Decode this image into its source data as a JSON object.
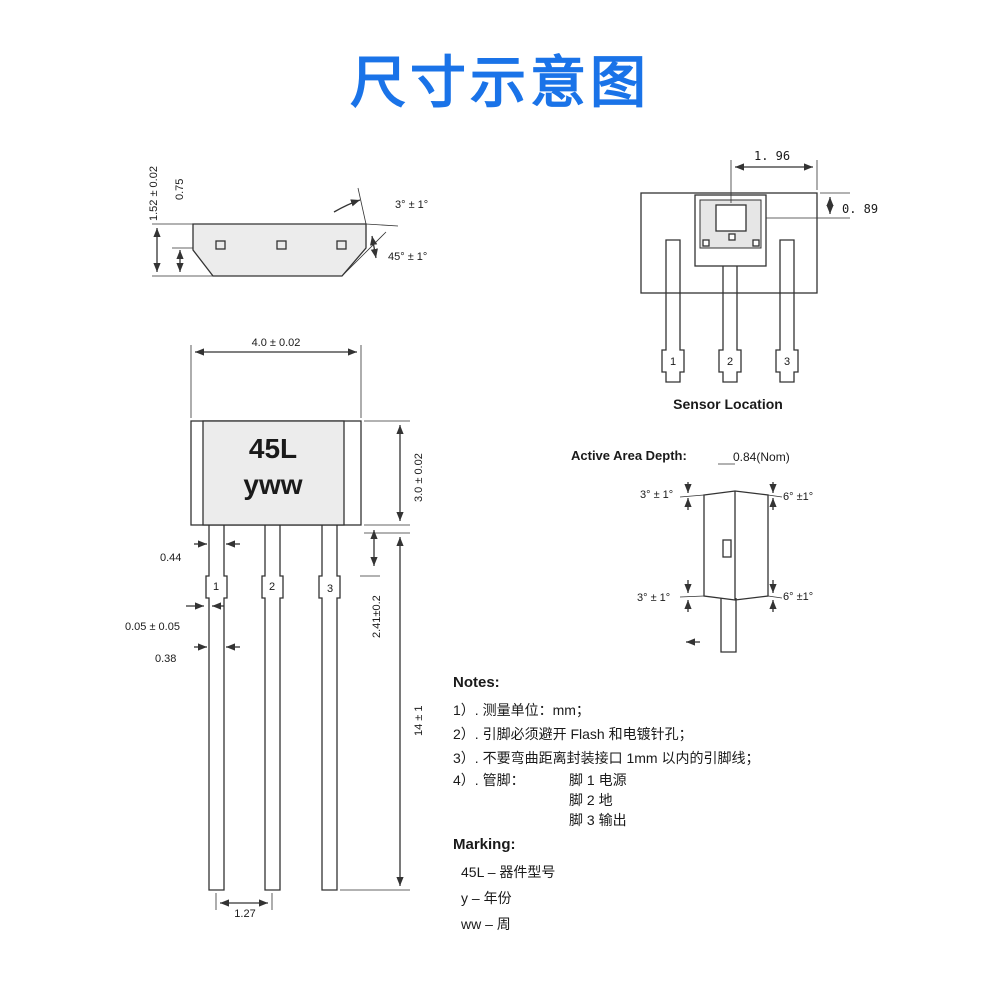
{
  "title": "尺寸示意图",
  "colors": {
    "title": "#1a73e8",
    "line": "#333333",
    "fill": "#ececec",
    "text": "#1a1a1a"
  },
  "side_view": {
    "dim_height": "1.52 ± 0.02",
    "dim_inner": "0.75",
    "angle_top": "3° ± 1°",
    "angle_bottom": "45° ± 1°"
  },
  "front_view": {
    "dim_width": "4.0 ± 0.02",
    "dim_body_height": "3.0 ± 0.02",
    "marking_line1": "45L",
    "marking_line2": "yww",
    "dim_lead_width": "0.44",
    "dim_step": "0.05 ± 0.05",
    "dim_lead_narrow": "0.38",
    "dim_step_height": "2.41±0.2",
    "dim_lead_length": "14 ± 1",
    "dim_pitch": "1.27",
    "pins": [
      "1",
      "2",
      "3"
    ]
  },
  "sensor_location": {
    "label": "Sensor Location",
    "dim_x": "1. 96",
    "dim_y": "0. 89",
    "pins": [
      "1",
      "2",
      "3"
    ]
  },
  "active_area": {
    "label": "Active Area Depth:",
    "value": "0.84(Nom)",
    "angle_tl": "3° ± 1°",
    "angle_tr": "6° ±1°",
    "angle_bl": "3° ± 1°",
    "angle_br": "6° ±1°"
  },
  "notes": {
    "heading": "Notes:",
    "items": [
      "1）.  测量单位：mm；",
      "2）.  引脚必须避开 Flash 和电镀针孔；",
      "3）.  不要弯曲距离封装接口 1mm 以内的引脚线；",
      "4）.  管脚：",
      "脚 1    电源",
      "脚 2    地",
      "脚 3    输出"
    ]
  },
  "marking": {
    "heading": "Marking:",
    "items": [
      "45L –  器件型号",
      "y –  年份",
      "ww –  周"
    ]
  }
}
